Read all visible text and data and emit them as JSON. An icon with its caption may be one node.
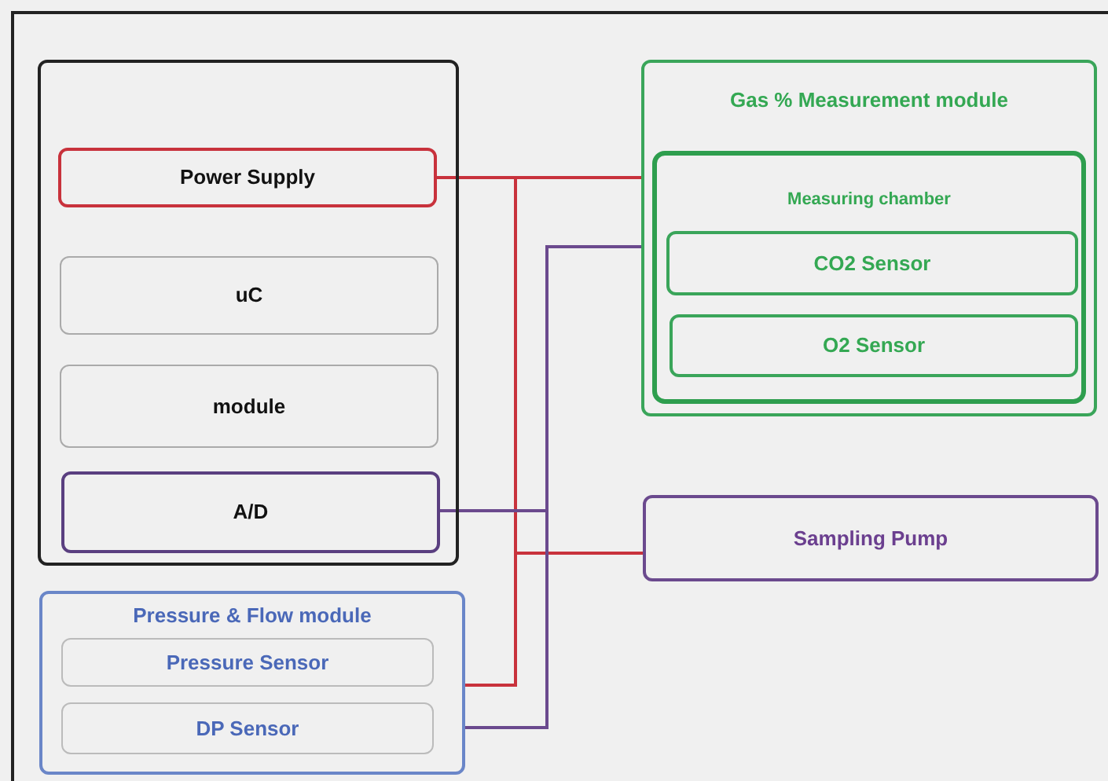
{
  "diagram": {
    "nodes": [
      {
        "text": [],
        "shape": "box"
      },
      {
        "text": [
          "Power Supply"
        ],
        "in": 0
      },
      {
        "text": [
          "uC"
        ],
        "in": 0
      },
      {
        "text": [
          "module"
        ],
        "in": 0
      },
      {
        "text": [
          "A/D"
        ],
        "in": 0
      },
      {
        "text": [
          "Pressure & Flow module"
        ]
      },
      {
        "text": [
          "Pressure Sensor"
        ],
        "in": 5
      },
      {
        "text": [
          "DP Sensor"
        ],
        "in": 5
      },
      {
        "text": [
          "Gas % Measurement module"
        ]
      },
      {
        "text": [
          "Measuring chamber"
        ],
        "in": 8
      },
      {
        "text": [
          "CO2 Sensor"
        ],
        "in": 9
      },
      {
        "text": [
          "O2 Sensor"
        ],
        "in": 9
      },
      {
        "text": [
          "Sampling Pump"
        ]
      }
    ],
    "edges": [
      {
        "from": 1,
        "to": 8,
        "arrow": "none"
      },
      {
        "from": 1,
        "to": 12,
        "arrow": "none"
      },
      {
        "from": 1,
        "to": 5,
        "arrow": "none"
      },
      {
        "from": 4,
        "to": 8,
        "arrow": "none",
        "color": "#6b4a8e"
      },
      {
        "from": 5,
        "to": 8,
        "arrow": "none",
        "color": "#6b4a8e"
      }
    ]
  }
}
